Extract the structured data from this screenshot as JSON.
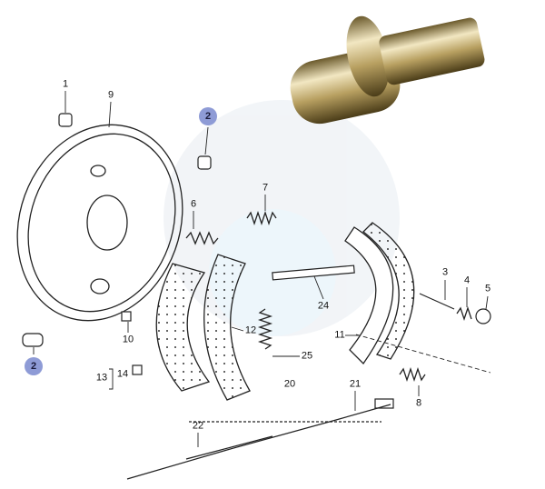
{
  "diagram": {
    "badge_color": "#8e9bd6",
    "callouts": {
      "p1": "1",
      "p9": "9",
      "p2a": "2",
      "p2b": "2",
      "p7": "7",
      "p6": "6",
      "p10": "10",
      "p14": "14",
      "p13": "13",
      "p12": "12",
      "p25": "25",
      "p20": "20",
      "p21": "21",
      "p22": "22",
      "p24": "24",
      "p3": "3",
      "p4": "4",
      "p5": "5",
      "p11": "11",
      "p8": "8"
    }
  }
}
